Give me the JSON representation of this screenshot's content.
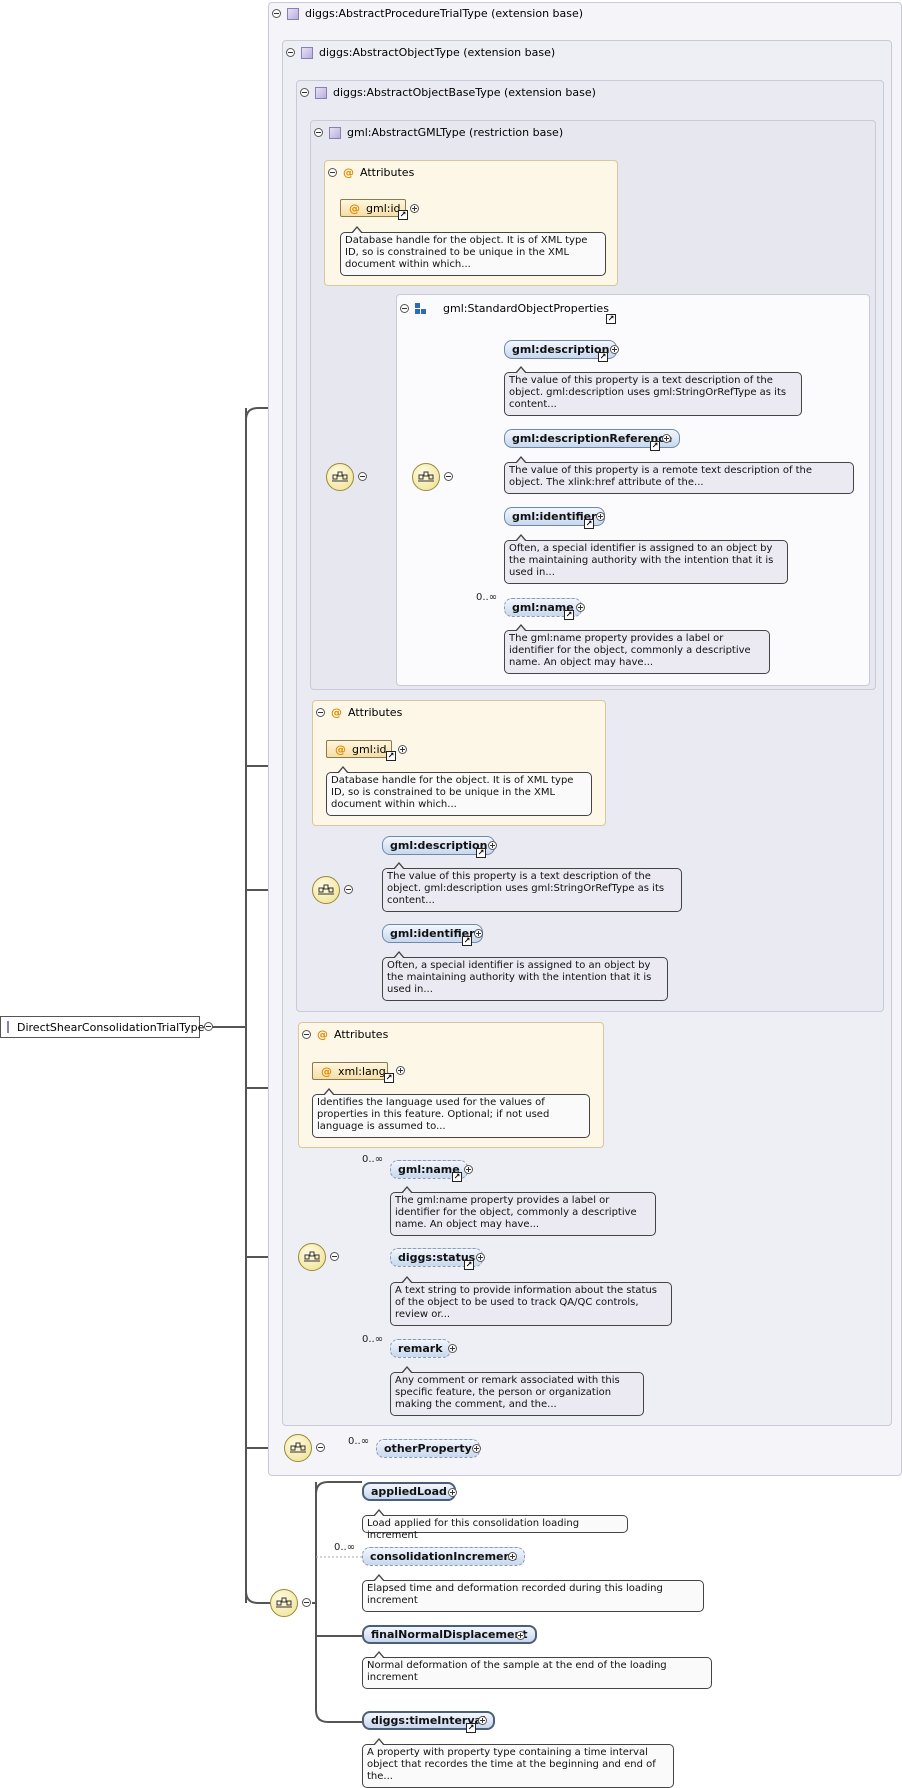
{
  "root": {
    "name": "DirectShearConsolidationTrialType"
  },
  "groups": {
    "procedure_trial": "diggs:AbstractProcedureTrialType (extension base)",
    "object": "diggs:AbstractObjectType (extension base)",
    "object_base": "diggs:AbstractObjectBaseType (extension base)",
    "gml": "gml:AbstractGMLType (restriction base)",
    "std_props": "gml:StandardObjectProperties"
  },
  "attributes": {
    "title": "Attributes",
    "at": "@",
    "a1": {
      "name": "gml:id",
      "desc": "Database handle for the object. It is of XML type ID, so is constrained to be unique in the XML document within which..."
    },
    "a2": {
      "name": "gml:id",
      "desc": "Database handle for the object. It is of XML type ID, so is constrained to be unique in the XML document within which..."
    },
    "a3": {
      "name": "xml:lang",
      "desc": "Identifies the language used for the values of properties in this feature. Optional; if not used language is assumed to..."
    }
  },
  "std": {
    "e1": {
      "name": "gml:description",
      "desc": "The value of this property is a text description of the object. gml:description uses gml:StringOrRefType as its content..."
    },
    "e2": {
      "name": "gml:descriptionReference",
      "desc": "The value of this property is a remote text description of the object. The xlink:href attribute of the..."
    },
    "e3": {
      "name": "gml:identifier",
      "desc": "Often, a special identifier is assigned to an object by the maintaining authority with the intention that it is used in..."
    },
    "e4": {
      "name": "gml:name",
      "card": "0..∞",
      "desc": "The gml:name property provides a label or identifier for the object, commonly a descriptive name. An object may have..."
    }
  },
  "base_seq": {
    "e1": {
      "name": "gml:description",
      "desc": "The value of this property is a text description of the object. gml:description uses gml:StringOrRefType as its content..."
    },
    "e2": {
      "name": "gml:identifier",
      "desc": "Often, a special identifier is assigned to an object by the maintaining authority with the intention that it is used in..."
    }
  },
  "obj_seq": {
    "e1": {
      "name": "gml:name",
      "card": "0..∞",
      "desc": "The gml:name property provides a label or identifier for the object, commonly a descriptive name. An object may have..."
    },
    "e2": {
      "name": "diggs:status",
      "desc": "A text string to provide information about the status of the object to be used to track QA/QC controls, review or..."
    },
    "e3": {
      "name": "remark",
      "card": "0..∞",
      "desc": "Any comment or remark associated with this specific feature, the person or organization making the comment, and the..."
    }
  },
  "proc_seq": {
    "e1": {
      "name": "otherProperty",
      "card": "0..∞"
    }
  },
  "main_seq": {
    "e1": {
      "name": "appliedLoad",
      "desc": "Load applied for this consolidation loading increment"
    },
    "e2": {
      "name": "consolidationIncrement",
      "card": "0..∞",
      "desc": "Elapsed time and deformation recorded during this loading increment"
    },
    "e3": {
      "name": "finalNormalDisplacement",
      "desc": "Normal deformation of the sample at the end of the loading increment"
    },
    "e4": {
      "name": "diggs:timeInterval",
      "desc": "A property with property type containing a time interval object that recordes the time at the beginning and end of the..."
    }
  },
  "icons": {
    "compositor": "sequence-compositor-icon",
    "type": "complex-type-icon",
    "link": "external-link-icon"
  }
}
